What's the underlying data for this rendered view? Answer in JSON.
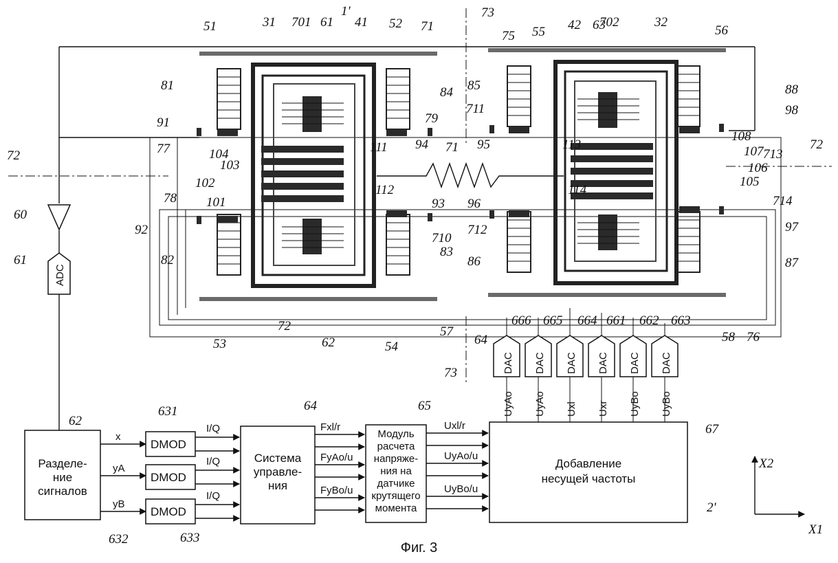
{
  "figure": {
    "caption": "Фиг. 3",
    "blocks": {
      "signal_separation": "Разделе- ние сигналов",
      "control_system": "Система управле- ния",
      "torque_module": "Модуль расчета напряже- ния на датчике крутящего момента",
      "carrier_addition": "Добавление несущей частоты",
      "dmod": "DMOD",
      "adc": "ADC",
      "dac": "DAC"
    },
    "signals": {
      "x": "x",
      "yA": "yA",
      "yB": "yB",
      "iq1": "I/Q",
      "iq2": "I/Q",
      "iq3": "I/Q",
      "fxlr": "Fxl/r",
      "fyaou": "FyAo/u",
      "fybou": "FyBo/u",
      "uxlr": "Uxl/r",
      "uyaou": "UyAo/u",
      "uybou": "UyBo/u",
      "dac_inputs": [
        "UyAo",
        "UyAo",
        "Uxl",
        "Uxr",
        "UyBo",
        "UyBo"
      ]
    },
    "axes": {
      "x": "X1",
      "y": "X2"
    },
    "refs": {
      "r1prime": "1'",
      "r2prime": "2'",
      "r60": "60",
      "r61": "61",
      "r62": "62",
      "r631": "631",
      "r632": "632",
      "r633": "633",
      "r64": "64",
      "r65": "65",
      "r67": "67",
      "r701": "701",
      "r702": "702",
      "r71": "71",
      "r72a": "72",
      "r72b": "72",
      "r73a": "73",
      "r73b": "73",
      "r31": "31",
      "r32": "32",
      "r41": "41",
      "r42": "42",
      "r51": "51",
      "r52": "52",
      "r53": "53",
      "r54": "54",
      "r55": "55",
      "r56": "56",
      "r57": "57",
      "r58": "58",
      "r61b": "61",
      "r62b": "62",
      "r63b": "63",
      "r64b": "64",
      "r71s": "71",
      "r72s": "72",
      "r75": "75",
      "r76": "76",
      "r77": "77",
      "r78": "78",
      "r79": "79",
      "r710": "710",
      "r711": "711",
      "r712": "712",
      "r713": "713",
      "r714": "714",
      "r81": "81",
      "r82": "82",
      "r83": "83",
      "r84": "84",
      "r85": "85",
      "r86": "86",
      "r87": "87",
      "r88": "88",
      "r91": "91",
      "r92": "92",
      "r93": "93",
      "r94": "94",
      "r95": "95",
      "r96": "96",
      "r97": "97",
      "r98": "98",
      "r101": "101",
      "r102": "102",
      "r103": "103",
      "r104": "104",
      "r105": "105",
      "r106": "106",
      "r107": "107",
      "r108": "108",
      "r111": "111",
      "r112": "112",
      "r113": "113",
      "r114": "114",
      "r661": "661",
      "r662": "662",
      "r663": "663",
      "r664": "664",
      "r665": "665",
      "r666": "666"
    }
  }
}
